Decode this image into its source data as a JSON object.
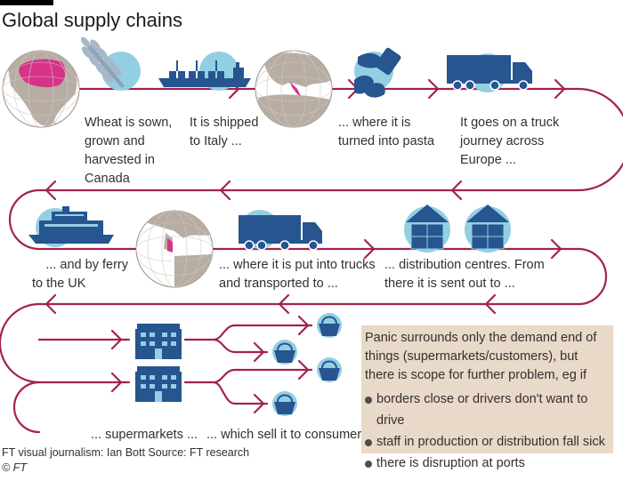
{
  "title": "Global supply chains",
  "steps": {
    "wheat": [
      "Wheat is sown,",
      "grown and",
      "harvested in",
      "Canada"
    ],
    "shipped": [
      "It is shipped",
      "to Italy ..."
    ],
    "pasta": [
      "... where it is",
      "turned into pasta"
    ],
    "truck": [
      "It goes on a truck",
      "journey across",
      "Europe ..."
    ],
    "ferry": [
      "... and by ferry",
      "to the UK"
    ],
    "trucks_uk": [
      "... where it is put into trucks",
      "and transported to ..."
    ],
    "distribution": [
      "... distribution centres. From",
      "there it is sent out to ..."
    ],
    "supermarkets": "... supermarkets ...",
    "consumers": "... which sell it to consumers"
  },
  "note": {
    "lead": "Panic surrounds only the demand end of things (supermarkets/customers), but there is scope for further problem, eg if",
    "bullets": [
      "borders close or drivers don't want to drive",
      "staff in production or distribution fall sick",
      "there is disruption at ports"
    ]
  },
  "footer": {
    "credit": "FT visual journalism: Ian Bott   Source: FT research",
    "copyright": "© FT"
  },
  "colors": {
    "route": "#a3224d",
    "icon_circle": "#92cfe3",
    "icon_fill": "#26558f",
    "land": "#b8ada3",
    "ocean": "#ffffff",
    "highlight": "#d8338a",
    "note_bg": "#e9d9c9"
  },
  "icons": [
    "globe-canada-icon",
    "wheat-icon",
    "ship-icon",
    "globe-italy-icon",
    "pasta-icon",
    "truck-icon",
    "ferry-icon",
    "globe-uk-icon",
    "warehouse-icon",
    "supermarket-icon",
    "basket-icon"
  ]
}
